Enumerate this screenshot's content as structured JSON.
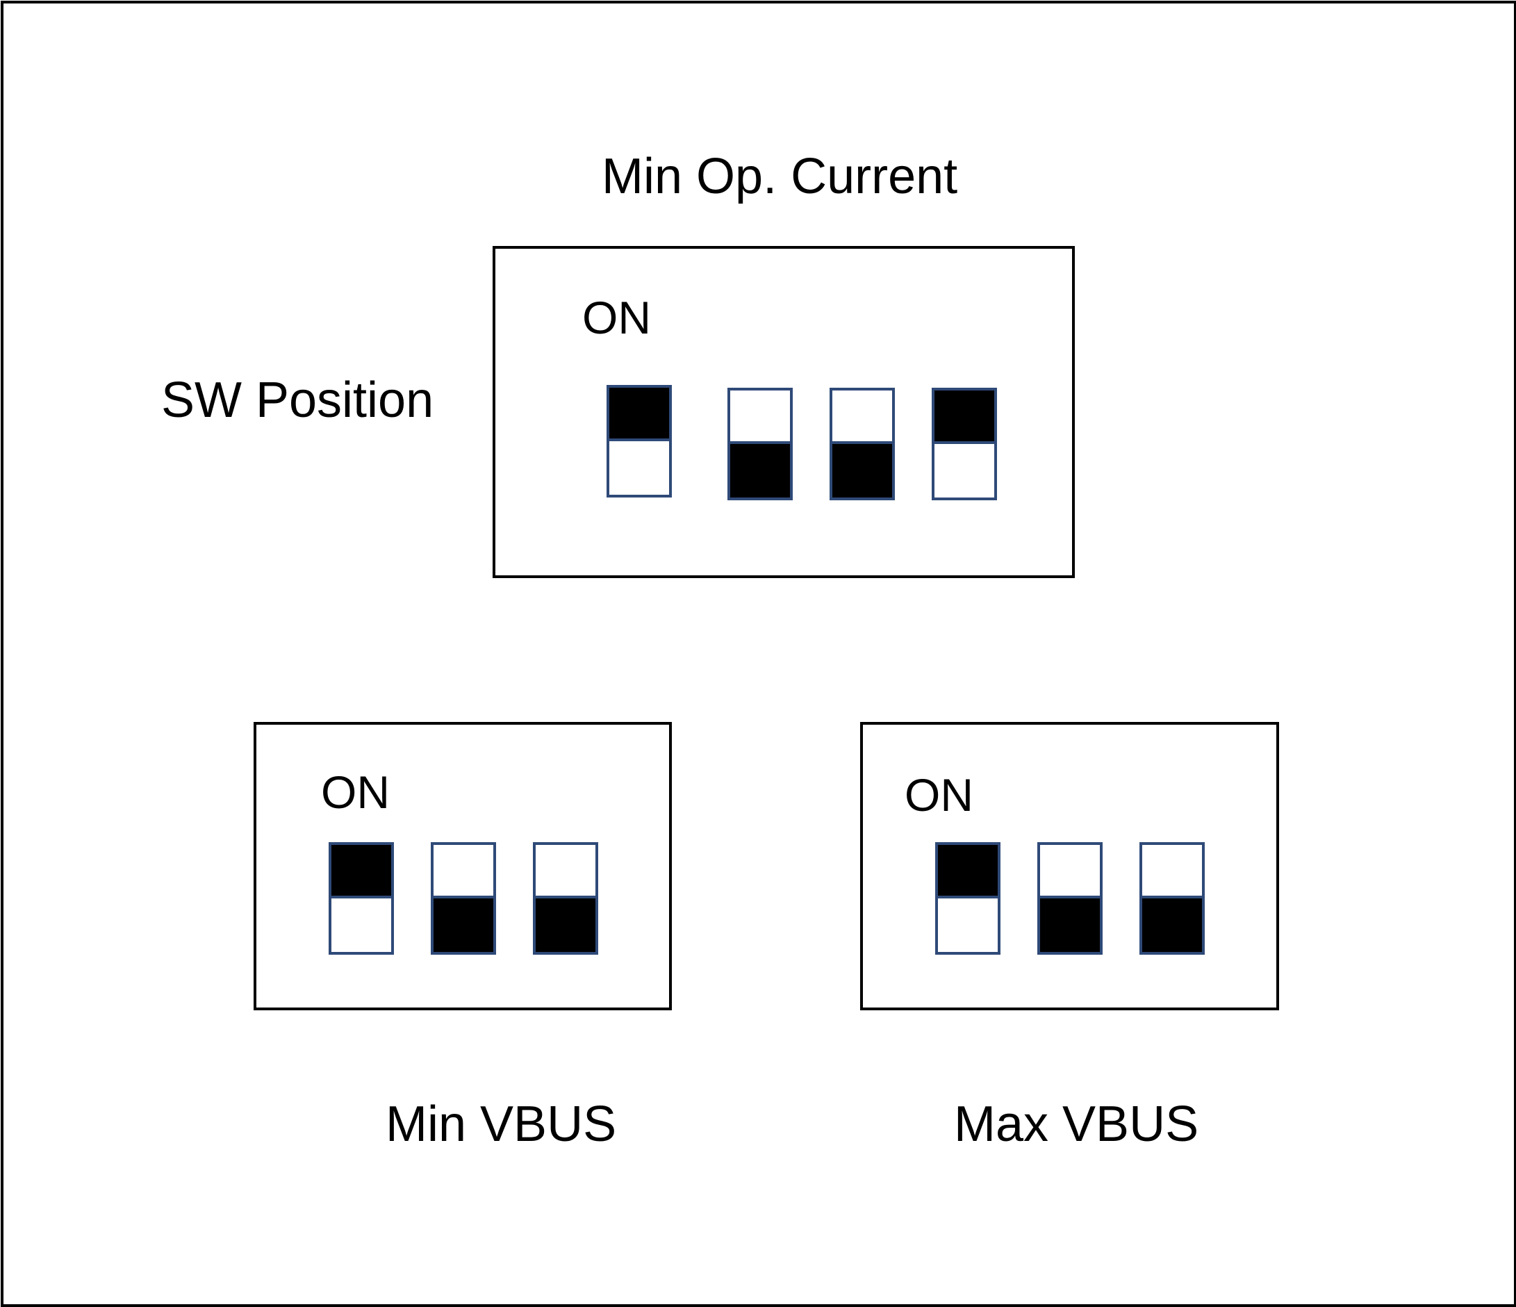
{
  "title": "Min Op. Current",
  "row_label": "SW Position",
  "colors": {
    "switch_outline": "#2f4a78",
    "switch_fill": "#000000",
    "box_border": "#000000"
  },
  "groups": [
    {
      "id": "min-op-current",
      "on_label": "ON",
      "caption": "",
      "switches": [
        {
          "state": "on"
        },
        {
          "state": "off"
        },
        {
          "state": "off"
        },
        {
          "state": "on"
        }
      ]
    },
    {
      "id": "min-vbus",
      "on_label": "ON",
      "caption": "Min VBUS",
      "switches": [
        {
          "state": "on"
        },
        {
          "state": "off"
        },
        {
          "state": "off"
        }
      ]
    },
    {
      "id": "max-vbus",
      "on_label": "ON",
      "caption": "Max VBUS",
      "switches": [
        {
          "state": "on"
        },
        {
          "state": "off"
        },
        {
          "state": "off"
        }
      ]
    }
  ]
}
